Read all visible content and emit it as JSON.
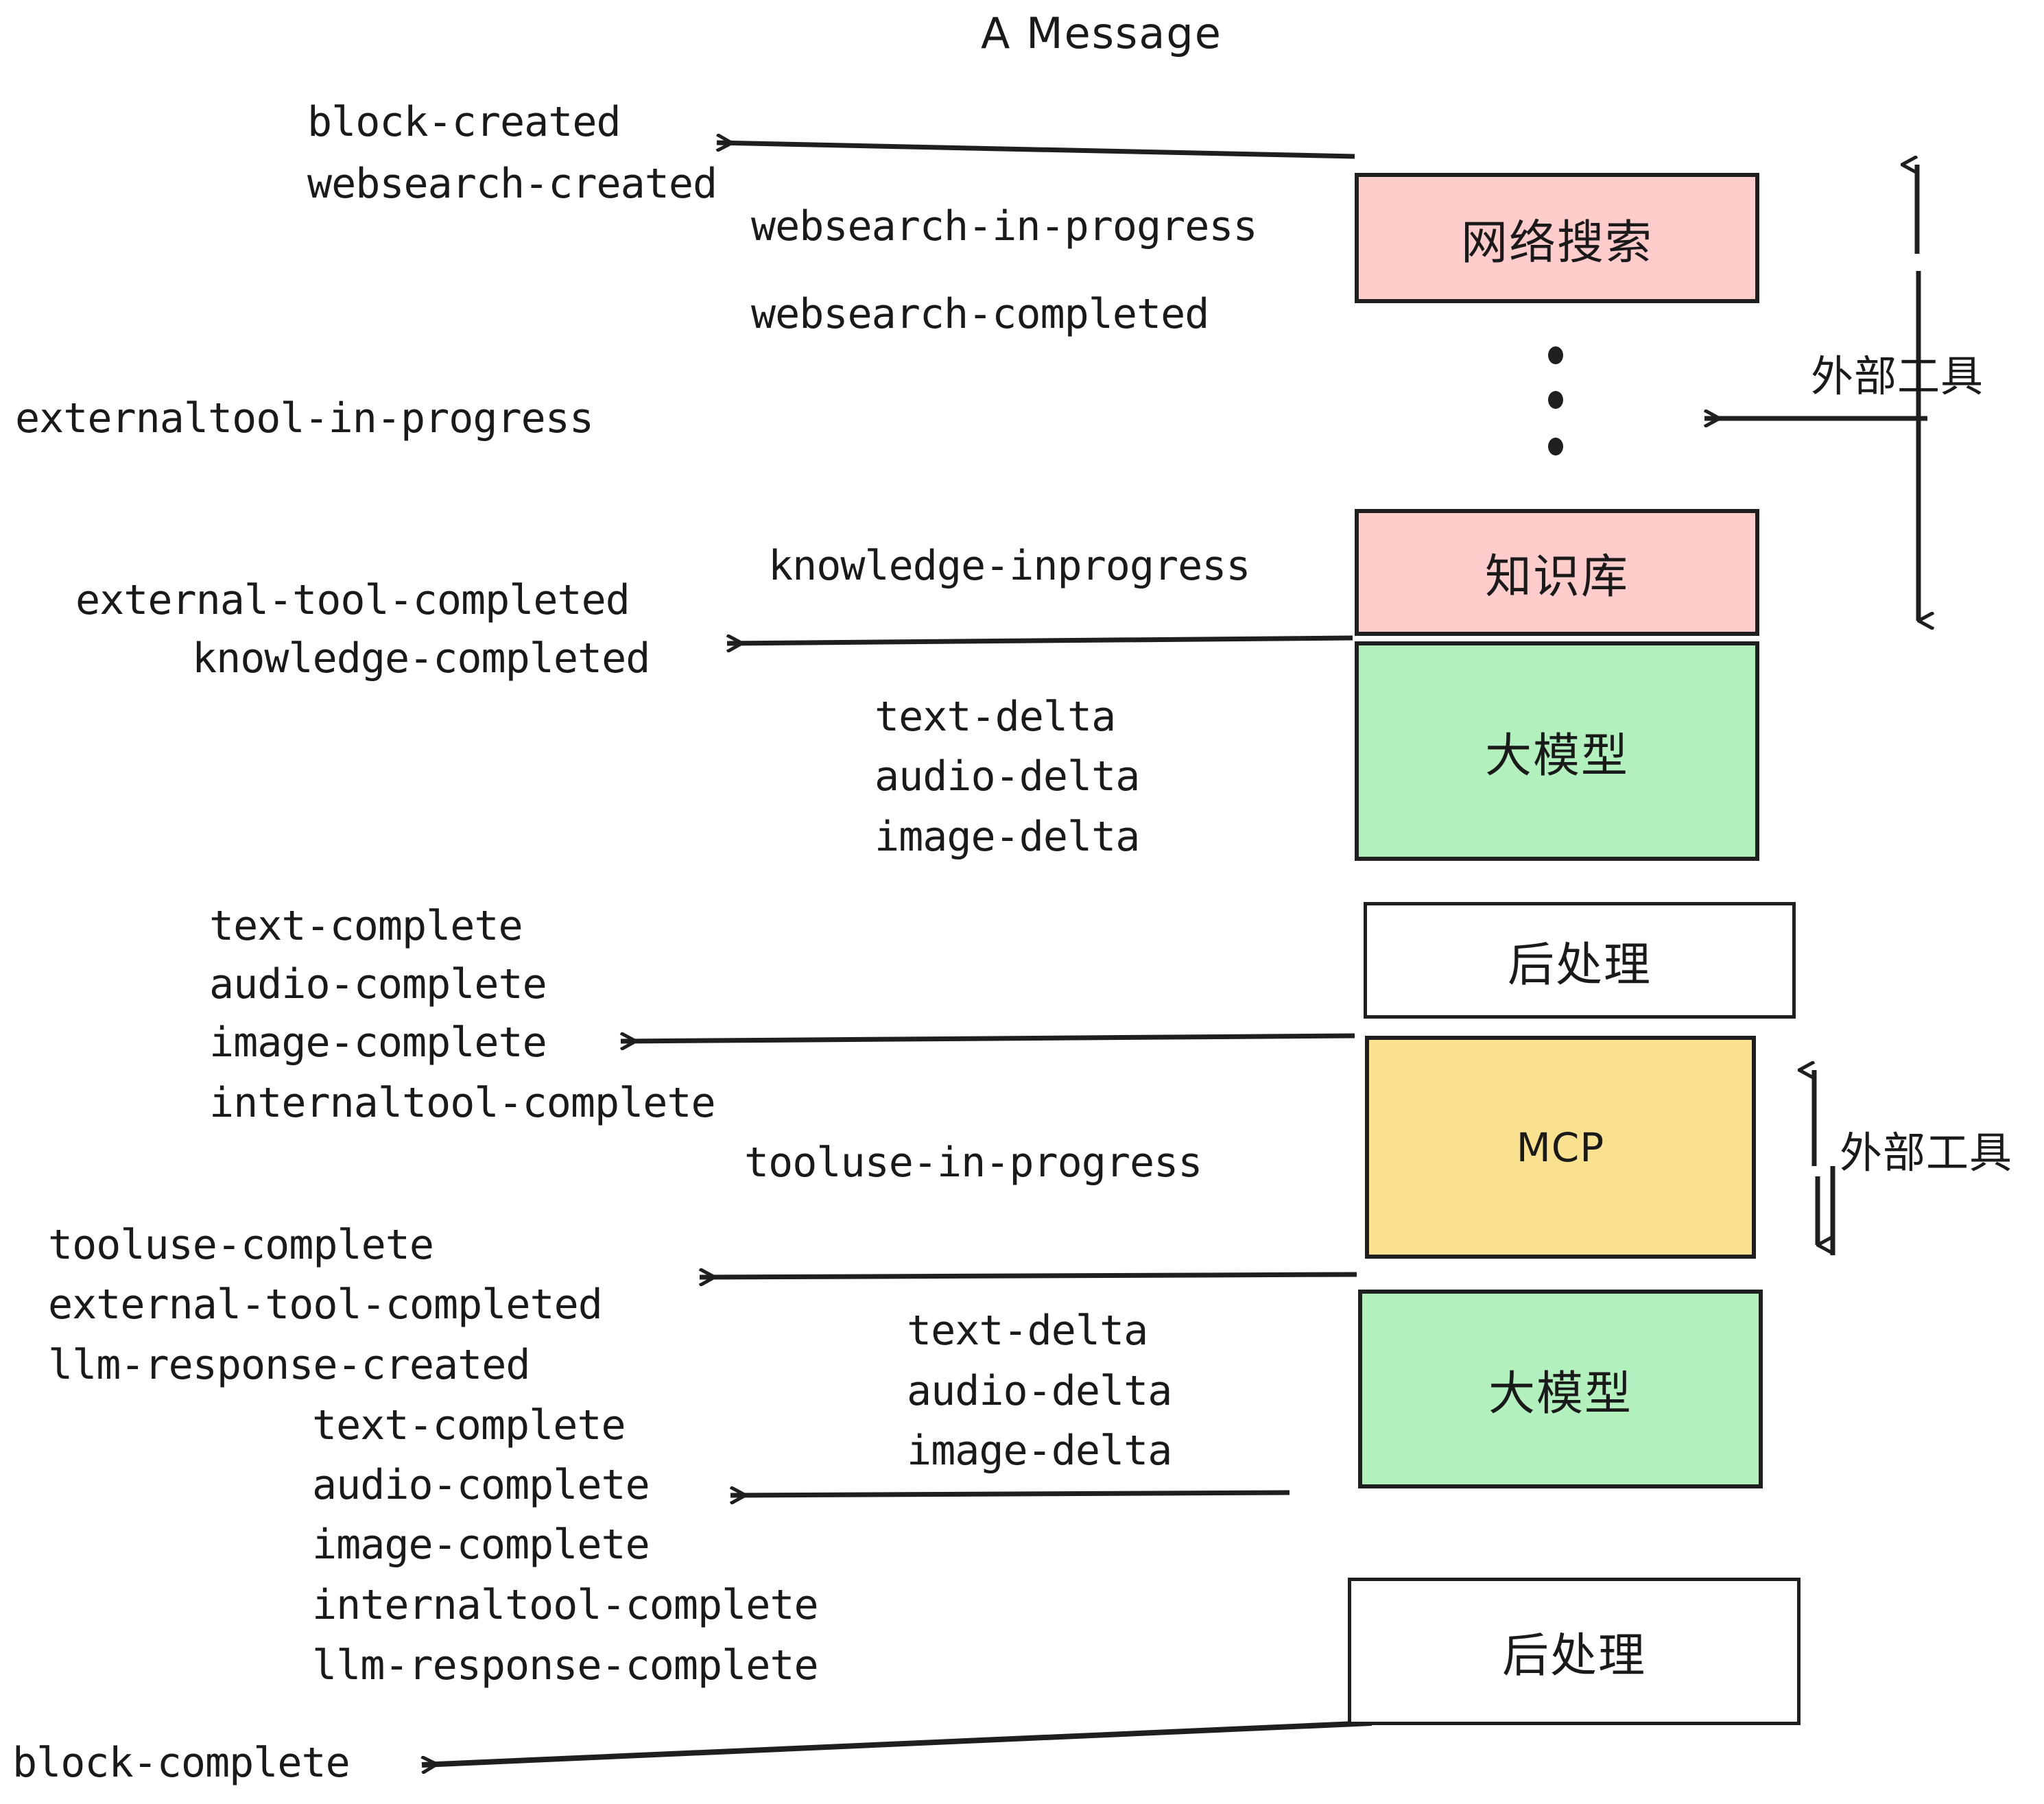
{
  "title": "A Message",
  "colors": {
    "pink": "#FFCCCC",
    "green": "#B2F0BD",
    "yellow": "#FAE18F",
    "white": "#FFFFFF",
    "stroke": "#1F1F1F",
    "text": "#1A1A1A",
    "background": "#FFFFFF"
  },
  "boxes": [
    {
      "id": "websearch",
      "label": "网络搜索",
      "fill": "pink",
      "script": "cjk"
    },
    {
      "id": "knowledge",
      "label": "知识库",
      "fill": "pink",
      "script": "cjk"
    },
    {
      "id": "llm-upper",
      "label": "大模型",
      "fill": "green",
      "script": "cjk"
    },
    {
      "id": "postprocess-upper",
      "label": "后处理",
      "fill": "white",
      "script": "cjk"
    },
    {
      "id": "mcp",
      "label": "MCP",
      "fill": "yellow",
      "script": "latin"
    },
    {
      "id": "llm-lower",
      "label": "大模型",
      "fill": "green",
      "script": "cjk"
    },
    {
      "id": "postprocess-lower",
      "label": "后处理",
      "fill": "white",
      "script": "cjk"
    }
  ],
  "side_labels": [
    {
      "id": "external-tool-upper",
      "label": "外部工具"
    },
    {
      "id": "external-tool-lower",
      "label": "外部工具"
    }
  ],
  "events": [
    {
      "id": "block-created",
      "text": "block-created"
    },
    {
      "id": "websearch-created",
      "text": "websearch-created"
    },
    {
      "id": "websearch-in-progress",
      "text": "websearch-in-progress"
    },
    {
      "id": "websearch-completed",
      "text": "websearch-completed"
    },
    {
      "id": "externaltool-in-progress",
      "text": "externaltool-in-progress"
    },
    {
      "id": "knowledge-inprogress",
      "text": "knowledge-inprogress"
    },
    {
      "id": "external-tool-completed-1",
      "text": "external-tool-completed"
    },
    {
      "id": "knowledge-completed",
      "text": "knowledge-completed"
    },
    {
      "id": "text-delta-1",
      "text": "text-delta"
    },
    {
      "id": "audio-delta-1",
      "text": "audio-delta"
    },
    {
      "id": "image-delta-1",
      "text": "image-delta"
    },
    {
      "id": "text-complete-1",
      "text": "text-complete"
    },
    {
      "id": "audio-complete-1",
      "text": "audio-complete"
    },
    {
      "id": "image-complete-1",
      "text": "image-complete"
    },
    {
      "id": "internaltool-complete-1",
      "text": "internaltool-complete"
    },
    {
      "id": "tooluse-in-progress",
      "text": "tooluse-in-progress"
    },
    {
      "id": "tooluse-complete",
      "text": "tooluse-complete"
    },
    {
      "id": "external-tool-completed-2",
      "text": "external-tool-completed"
    },
    {
      "id": "llm-response-created",
      "text": "llm-response-created"
    },
    {
      "id": "text-delta-2",
      "text": "text-delta"
    },
    {
      "id": "audio-delta-2",
      "text": "audio-delta"
    },
    {
      "id": "image-delta-2",
      "text": "image-delta"
    },
    {
      "id": "text-complete-2",
      "text": "text-complete"
    },
    {
      "id": "audio-complete-2",
      "text": "audio-complete"
    },
    {
      "id": "image-complete-2",
      "text": "image-complete"
    },
    {
      "id": "internaltool-complete-2",
      "text": "internaltool-complete"
    },
    {
      "id": "llm-response-complete",
      "text": "llm-response-complete"
    },
    {
      "id": "block-complete",
      "text": "block-complete"
    }
  ],
  "ellipsis_dots": 3
}
